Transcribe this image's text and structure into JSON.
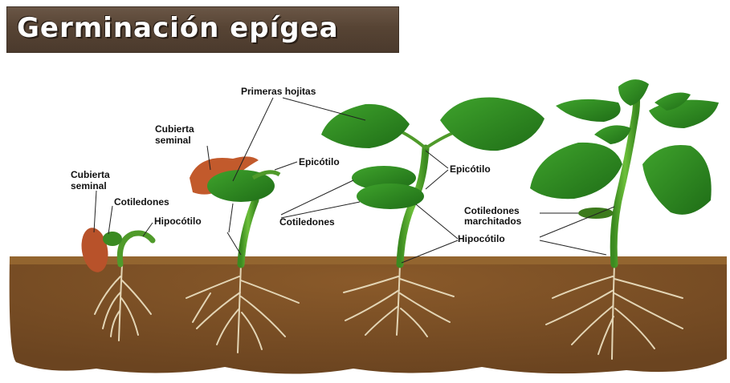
{
  "title": "Germinación epígea",
  "labels": {
    "primeras_hojitas": "Primeras hojitas",
    "cubierta_seminal_1": [
      "Cubierta",
      "seminal"
    ],
    "cubierta_seminal_2": [
      "Cubierta",
      "seminal"
    ],
    "cotiledones_1": "Cotiledones",
    "hipocotilo_1": "Hipocótilo",
    "epicotilo_1": "Epicótilo",
    "cotiledones_2": "Cotiledones",
    "epicotilo_2": "Epicótilo",
    "cotiledones_marchitados": [
      "Cotiledones",
      "marchitados"
    ],
    "hipocotilo_2": "Hipocótilo"
  },
  "colors": {
    "soil": "#7a4f24",
    "soil_top": "#8f6533",
    "stem": "#4f9a2a",
    "leaf": "#2f8a22",
    "leaf_dark": "#1e6315",
    "seed_coat": "#b8522a",
    "root": "#e8dcc0"
  }
}
